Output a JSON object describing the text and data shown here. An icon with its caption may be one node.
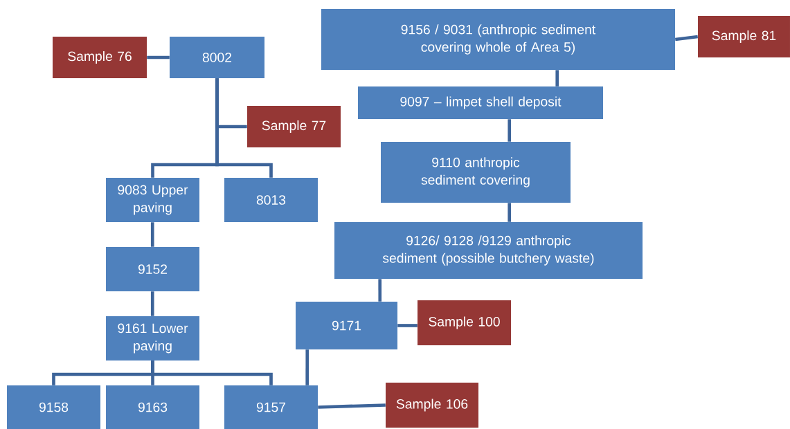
{
  "diagram": {
    "nodes": [
      {
        "text": [
          "Sample 76"
        ]
      },
      {
        "text": [
          "8002"
        ]
      },
      {
        "text": [
          "Sample 77"
        ]
      },
      {
        "text": [
          "9083 Upper paving"
        ]
      },
      {
        "text": [
          "8013"
        ]
      },
      {
        "text": [
          "9152"
        ]
      },
      {
        "text": [
          "9161 Lower paving"
        ]
      },
      {
        "text": [
          "9158"
        ]
      },
      {
        "text": [
          "9163"
        ]
      },
      {
        "text": [
          "9157"
        ]
      },
      {
        "text": [
          "9156 / 9031 (anthropic sediment covering whole of Area 5)"
        ]
      },
      {
        "text": [
          "Sample 81"
        ]
      },
      {
        "text": [
          "9097 – limpet shell deposit"
        ]
      },
      {
        "text": [
          "9110 anthropic sediment covering"
        ]
      },
      {
        "text": [
          "9126/ 9128 /9129 anthropic sediment (possible butchery waste)"
        ]
      },
      {
        "text": [
          "9171"
        ]
      },
      {
        "text": [
          "Sample 100"
        ]
      },
      {
        "text": [
          "Sample 106"
        ]
      }
    ],
    "edges": [
      {
        "from": 0,
        "to": 1,
        "arrow": "none"
      },
      {
        "from": 1,
        "to": 2,
        "arrow": "none"
      },
      {
        "from": 1,
        "to": 3,
        "arrow": "none"
      },
      {
        "from": 1,
        "to": 4,
        "arrow": "none"
      },
      {
        "from": 3,
        "to": 5,
        "arrow": "none"
      },
      {
        "from": 5,
        "to": 6,
        "arrow": "none"
      },
      {
        "from": 6,
        "to": 7,
        "arrow": "none"
      },
      {
        "from": 6,
        "to": 8,
        "arrow": "none"
      },
      {
        "from": 6,
        "to": 9,
        "arrow": "none"
      },
      {
        "from": 10,
        "to": 11,
        "arrow": "none"
      },
      {
        "from": 10,
        "to": 12,
        "arrow": "none"
      },
      {
        "from": 12,
        "to": 13,
        "arrow": "none"
      },
      {
        "from": 13,
        "to": 14,
        "arrow": "none"
      },
      {
        "from": 14,
        "to": 15,
        "arrow": "none"
      },
      {
        "from": 15,
        "to": 16,
        "arrow": "none"
      },
      {
        "from": 15,
        "to": 9,
        "arrow": "none"
      },
      {
        "from": 9,
        "to": 17,
        "arrow": "none"
      }
    ]
  }
}
